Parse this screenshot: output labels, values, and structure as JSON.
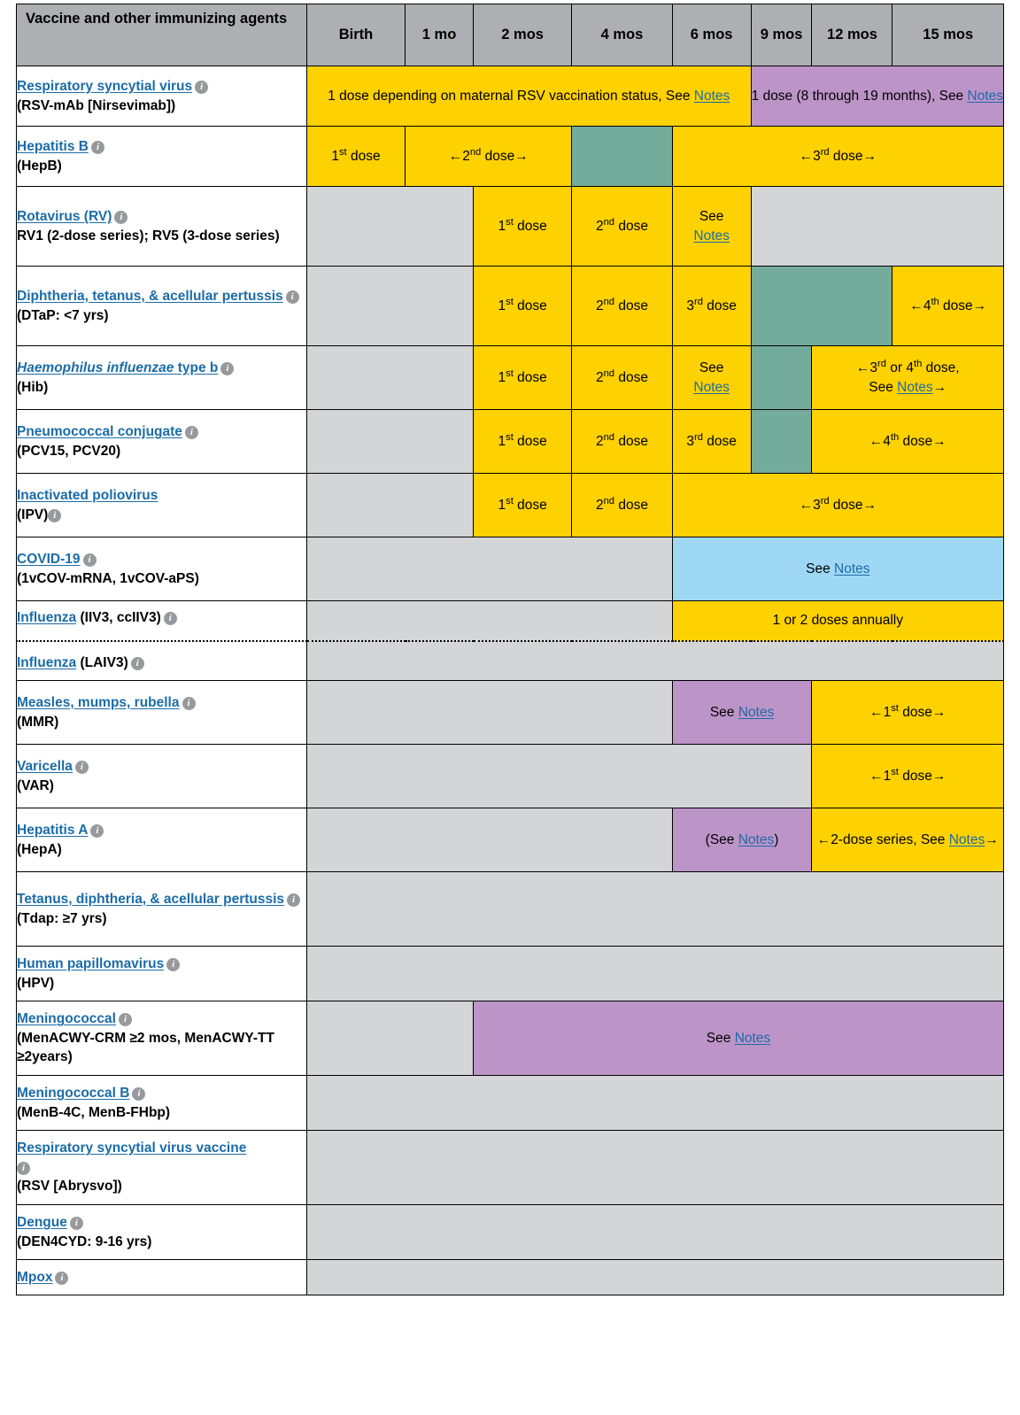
{
  "table": {
    "headers": {
      "agent": "Vaccine and other immunizing agents",
      "birth": "Birth",
      "mo1": "1 mo",
      "mos2": "2 mos",
      "mos4": "4 mos",
      "mos6": "6 mos",
      "mos9": "9 mos",
      "mos12": "12 mos",
      "mos15": "15 mos"
    },
    "colors": {
      "recommended_yellow": "#fed100",
      "range_green": "#74ac9b",
      "risk_purple": "#bd94c8",
      "covid_blue": "#9fd8f5",
      "no_recommendation_gray": "#d4d5d7",
      "header_gray": "#aeafb3",
      "link_blue": "#1b6ca8"
    },
    "icon": {
      "info": "info-icon",
      "glyph": "i"
    },
    "notes_label": "Notes",
    "rows": [
      {
        "id": "rsv-mab",
        "name": "Respiratory syncytial virus",
        "paren": "(RSV-mAb [Nirsevimab])",
        "cells": [
          {
            "text_pre": "1 dose depending on maternal RSV vaccination status, See ",
            "link": "Notes",
            "text_post": ""
          },
          {
            "text_pre": "1 dose (8 through 19 months), See ",
            "link": "Notes",
            "text_post": ""
          }
        ]
      },
      {
        "id": "hepb",
        "name": "Hepatitis B",
        "paren": "(HepB)",
        "cells": [
          {
            "text": "1st dose"
          },
          {
            "text": "←2nd dose→"
          },
          {
            "text": ""
          },
          {
            "text": "←3rd dose→"
          }
        ]
      },
      {
        "id": "rotavirus",
        "name": "Rotavirus (RV)",
        "sub": "RV1 (2-dose series); RV5 (3-dose series)",
        "cells": [
          {
            "text": ""
          },
          {
            "text": "1st dose"
          },
          {
            "text": "2nd dose"
          },
          {
            "text_pre": "See ",
            "link": "Notes"
          },
          {
            "text": ""
          }
        ]
      },
      {
        "id": "dtap",
        "name": "Diphtheria, tetanus, & acellular pertussis",
        "paren": "(DTaP: <7 yrs)",
        "cells": [
          {
            "text": ""
          },
          {
            "text": "1st dose"
          },
          {
            "text": "2nd dose"
          },
          {
            "text": "3rd dose"
          },
          {
            "text": ""
          },
          {
            "text": "←4th dose→"
          }
        ]
      },
      {
        "id": "hib",
        "name": "Haemophilus influenzae type b",
        "name_italic": "Haemophilus influenzae",
        "name_rest": " type b",
        "paren": "(Hib)",
        "cells": [
          {
            "text": ""
          },
          {
            "text": "1st dose"
          },
          {
            "text": "2nd dose"
          },
          {
            "text_pre": "See ",
            "link": "Notes"
          },
          {
            "text": ""
          },
          {
            "text_pre": "←3rd or 4th dose, See ",
            "link": "Notes",
            "text_post": "→"
          }
        ]
      },
      {
        "id": "pcv",
        "name": "Pneumococcal conjugate",
        "paren": "(PCV15, PCV20)",
        "cells": [
          {
            "text": ""
          },
          {
            "text": "1st dose"
          },
          {
            "text": "2nd dose"
          },
          {
            "text": "3rd dose"
          },
          {
            "text": ""
          },
          {
            "text": "←4th dose→"
          }
        ]
      },
      {
        "id": "ipv",
        "name": "Inactivated poliovirus",
        "paren": "(IPV)",
        "cells": [
          {
            "text": ""
          },
          {
            "text": "1st dose"
          },
          {
            "text": "2nd dose"
          },
          {
            "text": "←3rd dose→"
          }
        ]
      },
      {
        "id": "covid",
        "name": "COVID-19",
        "paren": "(1vCOV-mRNA, 1vCOV-aPS)",
        "cells": [
          {
            "text": ""
          },
          {
            "text_pre": "See ",
            "link": "Notes"
          }
        ]
      },
      {
        "id": "influenza-iiv3",
        "name": "Influenza",
        "inline_sub": " (IIV3, ccIIV3)",
        "cells": [
          {
            "text": ""
          },
          {
            "text": "1 or 2 doses annually"
          }
        ]
      },
      {
        "id": "influenza-laiv3",
        "name": "Influenza",
        "inline_sub": " (LAIV3)",
        "cells": [
          {
            "text": ""
          }
        ]
      },
      {
        "id": "mmr",
        "name": "Measles, mumps, rubella",
        "paren": "(MMR)",
        "cells": [
          {
            "text": ""
          },
          {
            "text_pre": "See ",
            "link": "Notes"
          },
          {
            "text": "←1st dose→"
          }
        ]
      },
      {
        "id": "varicella",
        "name": "Varicella",
        "paren": "(VAR)",
        "cells": [
          {
            "text": ""
          },
          {
            "text": "←1st dose→"
          }
        ]
      },
      {
        "id": "hepa",
        "name": "Hepatitis A",
        "paren": "(HepA)",
        "cells": [
          {
            "text": ""
          },
          {
            "text_pre": "(See ",
            "link": "Notes",
            "text_post": ")"
          },
          {
            "text_pre": "←2-dose series, See ",
            "link": "Notes",
            "text_post": "→"
          }
        ]
      },
      {
        "id": "tdap",
        "name": "Tetanus, diphtheria, & acellular pertussis",
        "paren": "(Tdap: ≥7 yrs)",
        "cells": [
          {
            "text": ""
          }
        ]
      },
      {
        "id": "hpv",
        "name": "Human papillomavirus",
        "paren": "(HPV)",
        "cells": [
          {
            "text": ""
          }
        ]
      },
      {
        "id": "meningococcal",
        "name": "Meningococcal",
        "paren": "(MenACWY-CRM ≥2 mos, MenACWY-TT ≥2years)",
        "cells": [
          {
            "text": ""
          },
          {
            "text_pre": "See ",
            "link": "Notes"
          }
        ]
      },
      {
        "id": "menb",
        "name": "Meningococcal B",
        "paren": "(MenB-4C, MenB-FHbp)",
        "cells": [
          {
            "text": ""
          }
        ]
      },
      {
        "id": "rsv-vaccine",
        "name": "Respiratory syncytial virus vaccine",
        "paren": "(RSV [Abrysvo])",
        "cells": [
          {
            "text": ""
          }
        ]
      },
      {
        "id": "dengue",
        "name": "Dengue",
        "paren": "(DEN4CYD: 9-16 yrs)",
        "cells": [
          {
            "text": ""
          }
        ]
      },
      {
        "id": "mpox",
        "name": "Mpox",
        "paren": "",
        "cells": [
          {
            "text": ""
          }
        ]
      }
    ]
  }
}
